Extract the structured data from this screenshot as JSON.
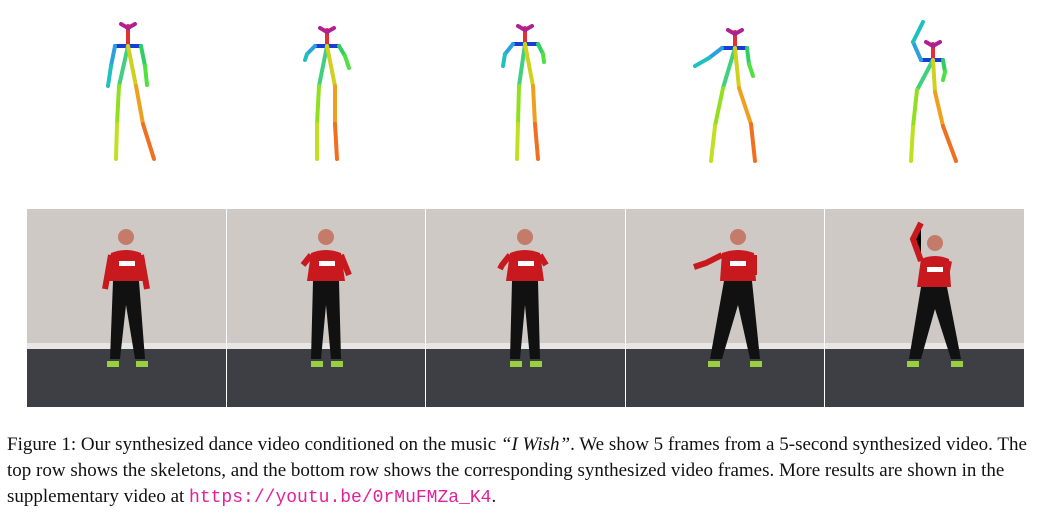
{
  "caption": {
    "prefix": "Figure 1: Our synthesized dance video conditioned on the music ",
    "music_title": "“I Wish”",
    "middle": ". We show 5 frames from a 5-second synthesized video. The top row shows the skeletons, and the bottom row shows the corresponding synthesized video frames. More results are shown in the supplementary video at ",
    "link": "https://youtu.be/0rMuFMZa_K4",
    "suffix": "."
  },
  "skeleton_count": 5,
  "frame_count": 5,
  "colors": {
    "background": "#ffffff",
    "wall": "#cfc9c5",
    "floor": "#3d3f45",
    "shirt": "#c8191f",
    "pants": "#111111",
    "link": "#e0219a"
  }
}
